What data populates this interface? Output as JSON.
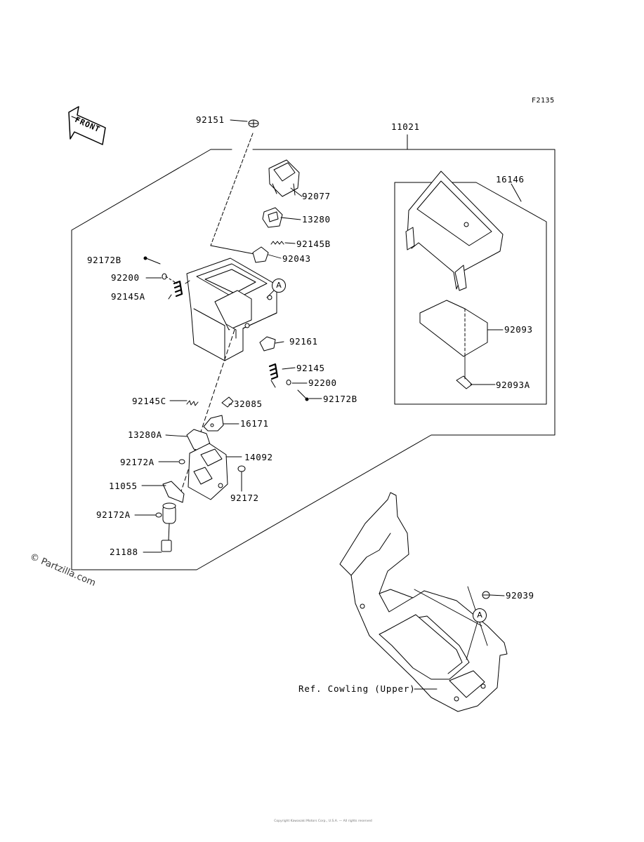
{
  "figure_code": "F2135",
  "front_label": "FRONT",
  "callouts": {
    "a1": "A",
    "a2": "A"
  },
  "parts": [
    {
      "id": "p92151",
      "number": "92151"
    },
    {
      "id": "p11021",
      "number": "11021"
    },
    {
      "id": "p92077",
      "number": "92077"
    },
    {
      "id": "p13280",
      "number": "13280"
    },
    {
      "id": "p92145B",
      "number": "92145B"
    },
    {
      "id": "p92043",
      "number": "92043"
    },
    {
      "id": "p92172B_1",
      "number": "92172B"
    },
    {
      "id": "p92200_1",
      "number": "92200"
    },
    {
      "id": "p92145A",
      "number": "92145A"
    },
    {
      "id": "p92161",
      "number": "92161"
    },
    {
      "id": "p92145",
      "number": "92145"
    },
    {
      "id": "p92200_2",
      "number": "92200"
    },
    {
      "id": "p92172B_2",
      "number": "92172B"
    },
    {
      "id": "p92145C",
      "number": "92145C"
    },
    {
      "id": "p32085",
      "number": "32085"
    },
    {
      "id": "p16171",
      "number": "16171"
    },
    {
      "id": "p13280A",
      "number": "13280A"
    },
    {
      "id": "p92172A_1",
      "number": "92172A"
    },
    {
      "id": "p14092",
      "number": "14092"
    },
    {
      "id": "p11055",
      "number": "11055"
    },
    {
      "id": "p92172",
      "number": "92172"
    },
    {
      "id": "p92172A_2",
      "number": "92172A"
    },
    {
      "id": "p21188",
      "number": "21188"
    },
    {
      "id": "p16146",
      "number": "16146"
    },
    {
      "id": "p92093",
      "number": "92093"
    },
    {
      "id": "p92093A",
      "number": "92093A"
    },
    {
      "id": "p92039",
      "number": "92039"
    }
  ],
  "reference_label": "Ref. Cowling (Upper)",
  "watermark": "© Partzilla.com",
  "footer_text": "Copyright Kawasaki Motors Corp., U.S.A. — All rights reserved"
}
